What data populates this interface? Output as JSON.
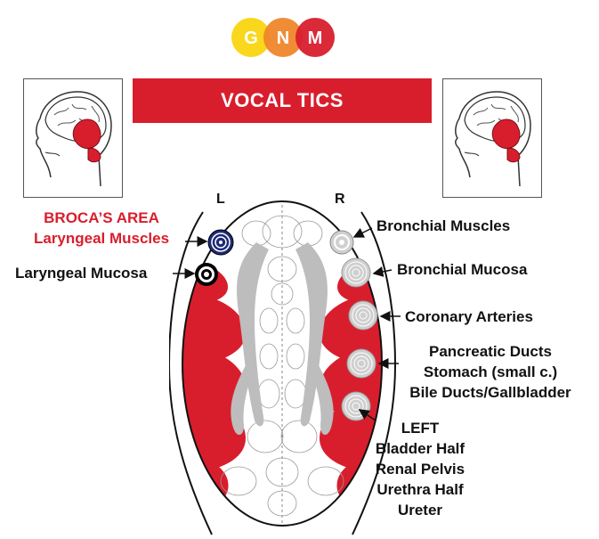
{
  "logo": {
    "letters": [
      "G",
      "N",
      "M"
    ],
    "colors": [
      "#f9d71c",
      "#f0862b",
      "#d81e2d"
    ]
  },
  "title": "VOCAL TICS",
  "sides": {
    "left": "L",
    "right": "R"
  },
  "left_labels": {
    "broca_line1": "BROCA’S AREA",
    "broca_line2": "Laryngeal Muscles",
    "laryngeal_mucosa": "Laryngeal Mucosa"
  },
  "right_labels": {
    "bronchial_muscles": "Bronchial Muscles",
    "bronchial_mucosa": "Bronchial Mucosa",
    "coronary_arteries": "Coronary Arteries",
    "digestive": [
      "Pancreatic Ducts",
      "Stomach (small c.)",
      "Bile Ducts/Gallbladder"
    ],
    "urinary": [
      "LEFT",
      "Bladder Half",
      "Renal Pelvis",
      "Urethra Half",
      "Ureter"
    ]
  },
  "colors": {
    "accent": "#d81e2d",
    "gray": "#bdbdbd",
    "text": "#111111"
  }
}
